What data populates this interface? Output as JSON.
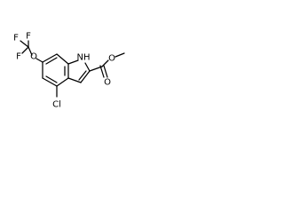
{
  "molecule": {
    "labels": {
      "f1": "F",
      "f2": "F",
      "f3": "F",
      "o_ether": "O",
      "nh": "NH",
      "o_carbonyl": "O",
      "o_ester": "O",
      "cl": "Cl"
    }
  }
}
